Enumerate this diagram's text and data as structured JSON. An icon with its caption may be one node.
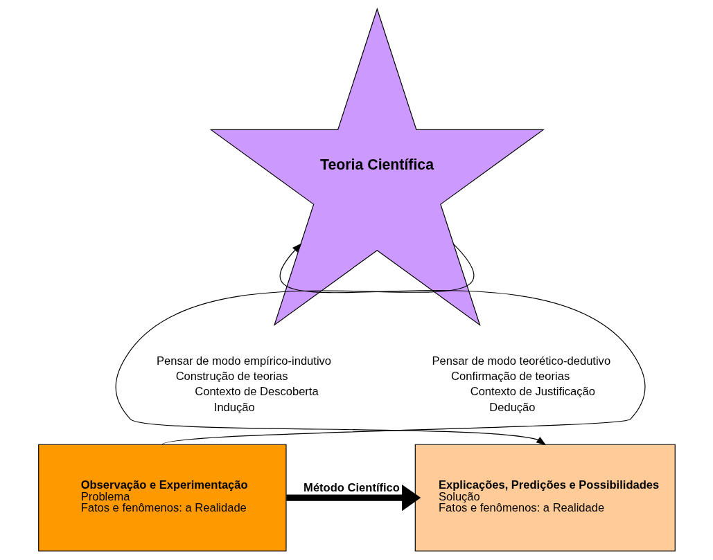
{
  "diagram": {
    "nodes": [
      {
        "text": [
          "Teoria Científica"
        ]
      },
      {
        "text": [
          "Observação e Experimentação",
          "Problema",
          "Fatos e fenômenos: a Realidade"
        ]
      },
      {
        "text": [
          "Explicações, Predições e Possibilidades",
          "Solução",
          "Fatos e fenômenos: a Realidade"
        ]
      }
    ],
    "edges": [
      {
        "from": 1,
        "to": 0,
        "arrow": "to"
      },
      {
        "from": 0,
        "to": 2,
        "arrow": "to"
      },
      {
        "from": 1,
        "to": 2,
        "arrow": "to",
        "style": "thick",
        "label": "Método Científico"
      }
    ],
    "labels": [
      "Pensar de modo empírico-indutivo",
      "Pensar de modo teorético-dedutivo",
      "Construção de teorias",
      "Confirmação de teorias",
      "Contexto de Descoberta",
      "Contexto de Justificação",
      "Indução",
      "Dedução"
    ]
  }
}
